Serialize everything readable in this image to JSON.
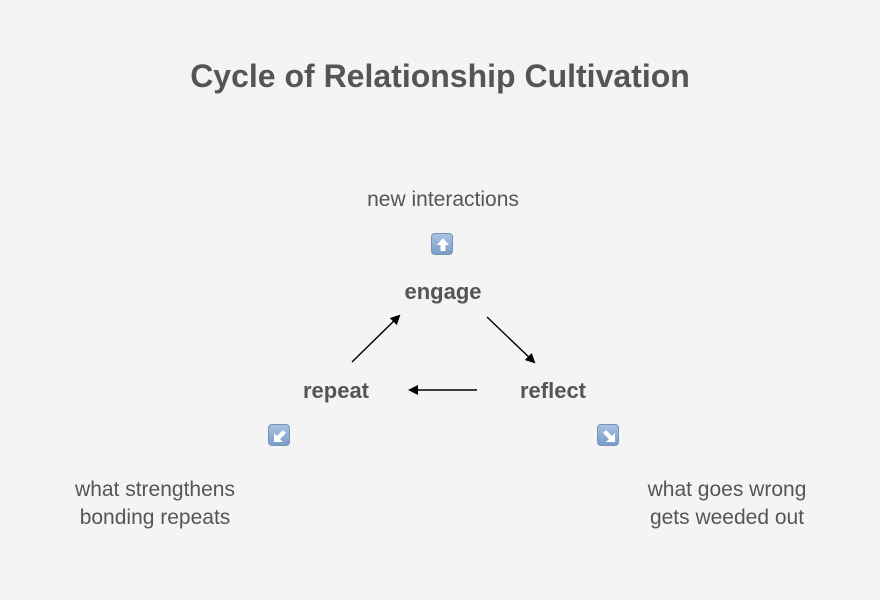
{
  "title": "Cycle of Relationship Cultivation",
  "nodes": {
    "engage": "engage",
    "reflect": "reflect",
    "repeat": "repeat"
  },
  "captions": {
    "top": "new interactions",
    "bottom_left": [
      "what strengthens",
      "bonding repeats"
    ],
    "bottom_right": [
      "what goes wrong",
      "gets weeded out"
    ]
  },
  "icons": {
    "top": "up-arrow-emoji-icon",
    "bottom_left": "down-left-arrow-emoji-icon",
    "bottom_right": "down-right-arrow-emoji-icon"
  },
  "colors": {
    "text": "#555555",
    "background": "#f4f4f4",
    "emoji_blue": "#8aa8d0",
    "arrow": "#000000"
  }
}
